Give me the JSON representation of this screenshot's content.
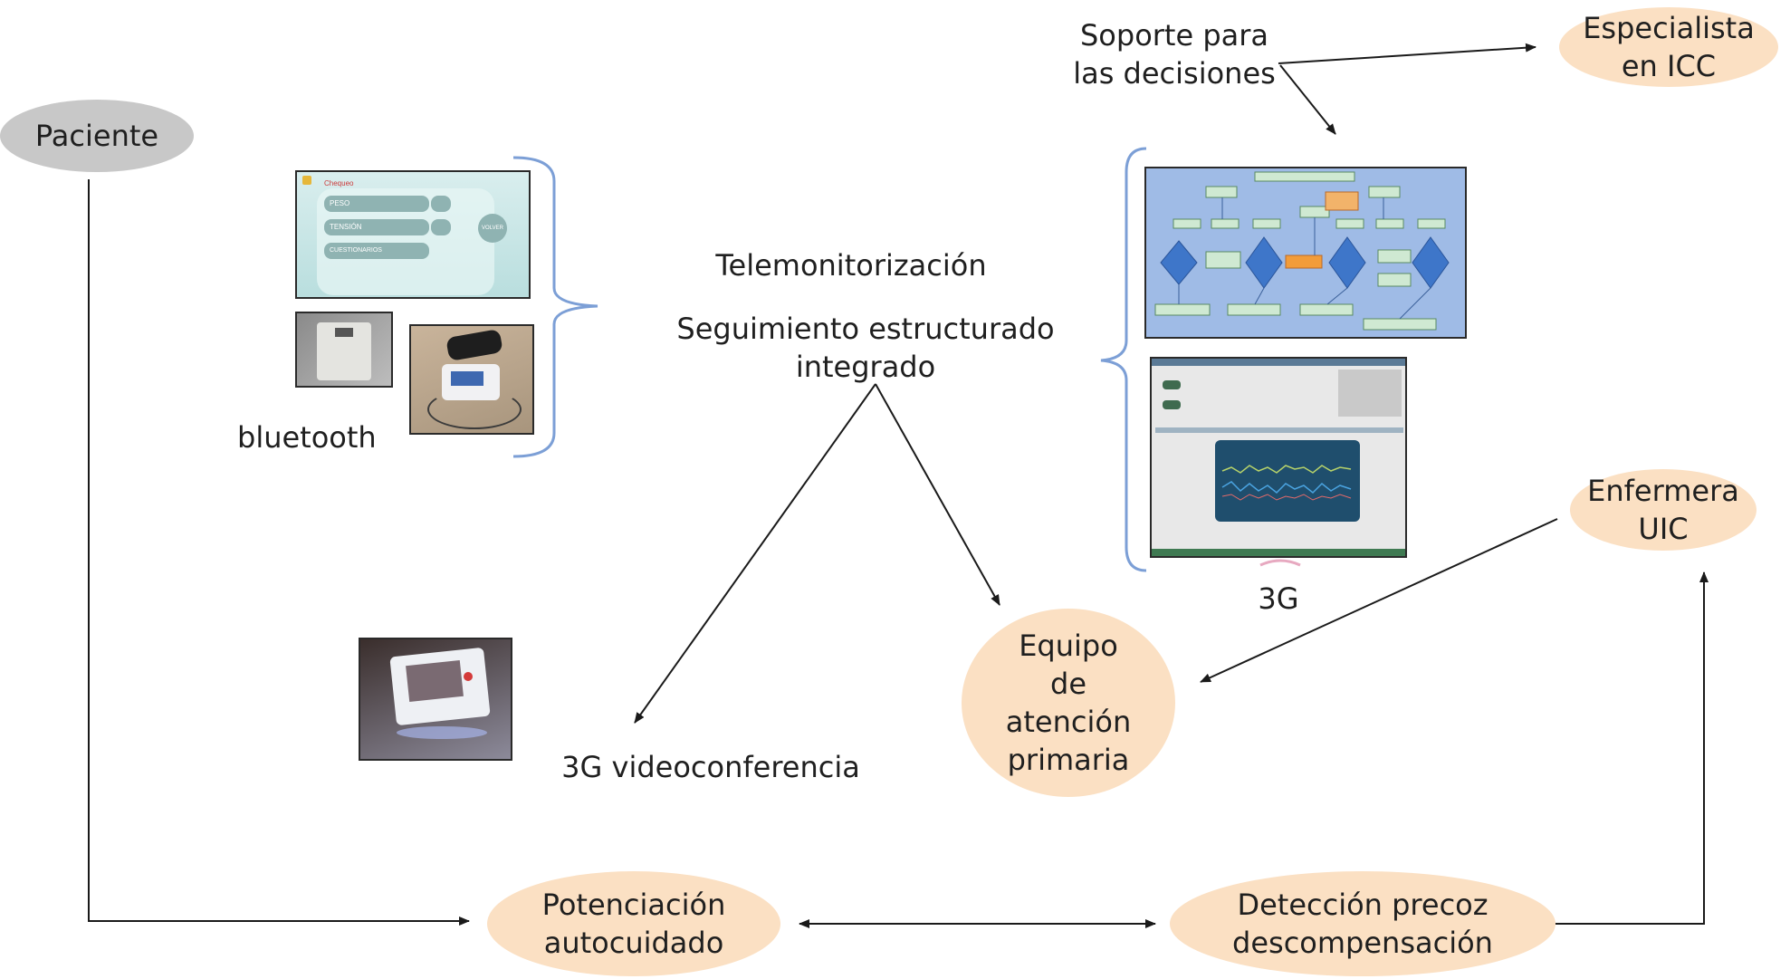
{
  "nodes": {
    "paciente": "Paciente",
    "especialista": "Especialista\nen ICC",
    "enfermera": "Enfermera\nUIC",
    "equipo": "Equipo\nde\natención\nprimaria",
    "potenciacion": "Potenciación\nautocuidado",
    "deteccion": "Detección precoz\ndescompensación"
  },
  "labels": {
    "soporte": "Soporte para\nlas decisiones",
    "telemonitorizacion": "Telemonitorización",
    "seguimiento": "Seguimiento estructurado\nintegrado",
    "bluetooth": "bluetooth",
    "tres_g": "3G",
    "videoconferencia": "3G videoconferencia"
  },
  "app_screen": {
    "title": "Chequeo",
    "buttons": [
      "PESO",
      "TENSIÓN",
      "CUESTIONARIOS"
    ],
    "side_button": "VOLVER"
  },
  "colors": {
    "peach": "#fbe0c3",
    "gray": "#c8c8c8",
    "bracket": "#7c9fd6",
    "arrow": "#1a1a1a"
  }
}
